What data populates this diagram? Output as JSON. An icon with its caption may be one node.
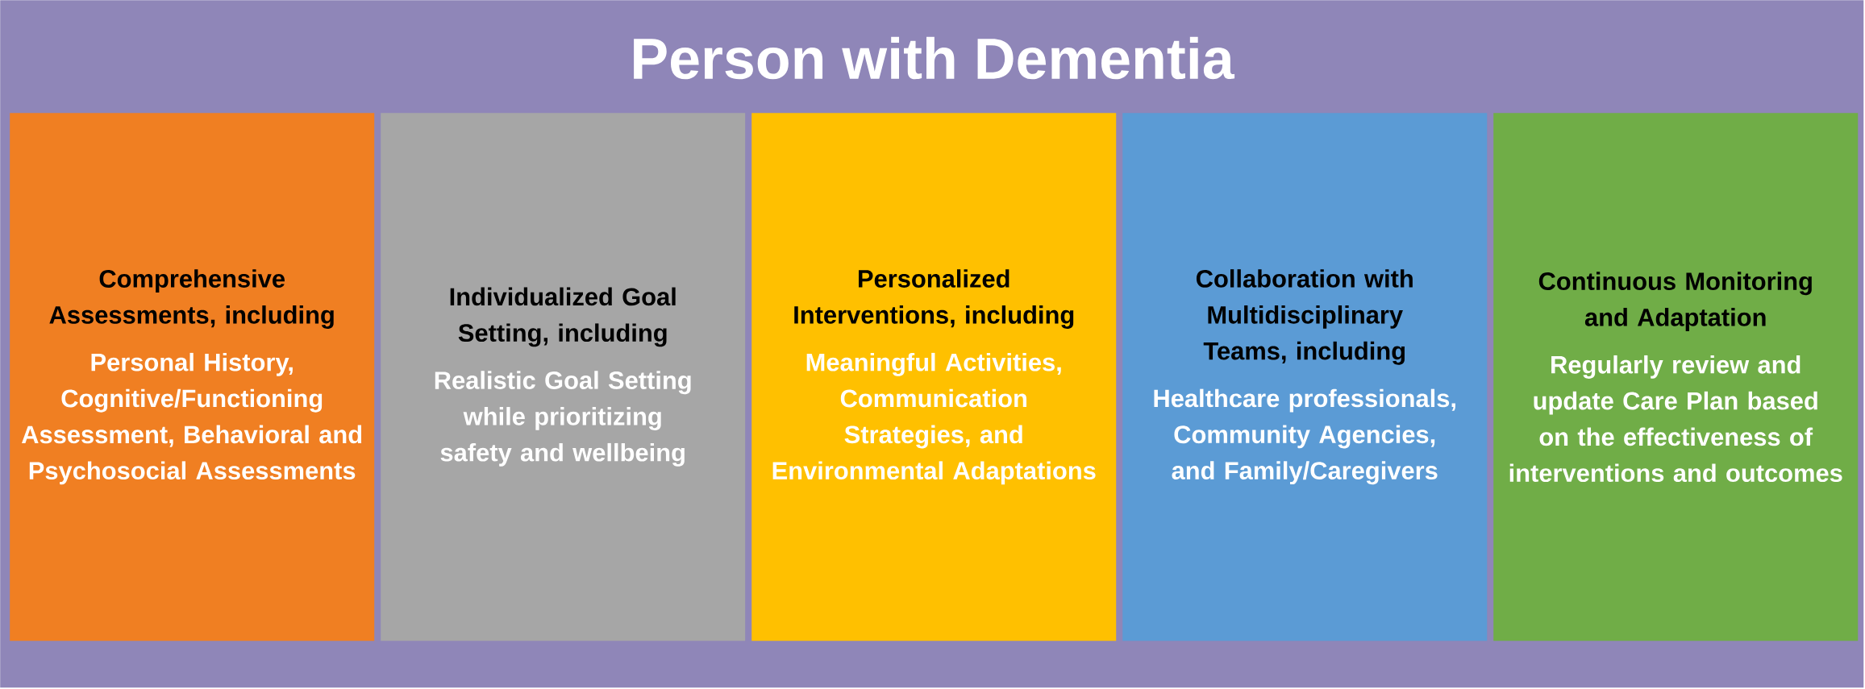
{
  "diagram": {
    "nodes": [
      {
        "text": [
          "Person with Dementia"
        ]
      },
      {
        "text": [
          "Comprehensive Assessments, including",
          "Personal History, Cognitive/Functioning Assessment, Behavioral and Psychosocial Assessments"
        ],
        "in": 0
      },
      {
        "text": [
          "Individualized Goal Setting, including",
          "Realistic Goal Setting while prioritizing safety and wellbeing"
        ],
        "in": 0
      },
      {
        "text": [
          "Personalized Interventions, including",
          "Meaningful Activities, Communication Strategies, and Environmental Adaptations"
        ],
        "in": 0
      },
      {
        "text": [
          "Collaboration with Multidisciplinary Teams, including",
          "Healthcare professionals, Community Agencies, and Family/Caregivers"
        ],
        "in": 0
      },
      {
        "text": [
          "Continuous Monitoring and Adaptation",
          "Regularly review and update Care Plan based on the effectiveness of interventions and outcomes"
        ],
        "in": 0
      }
    ]
  }
}
